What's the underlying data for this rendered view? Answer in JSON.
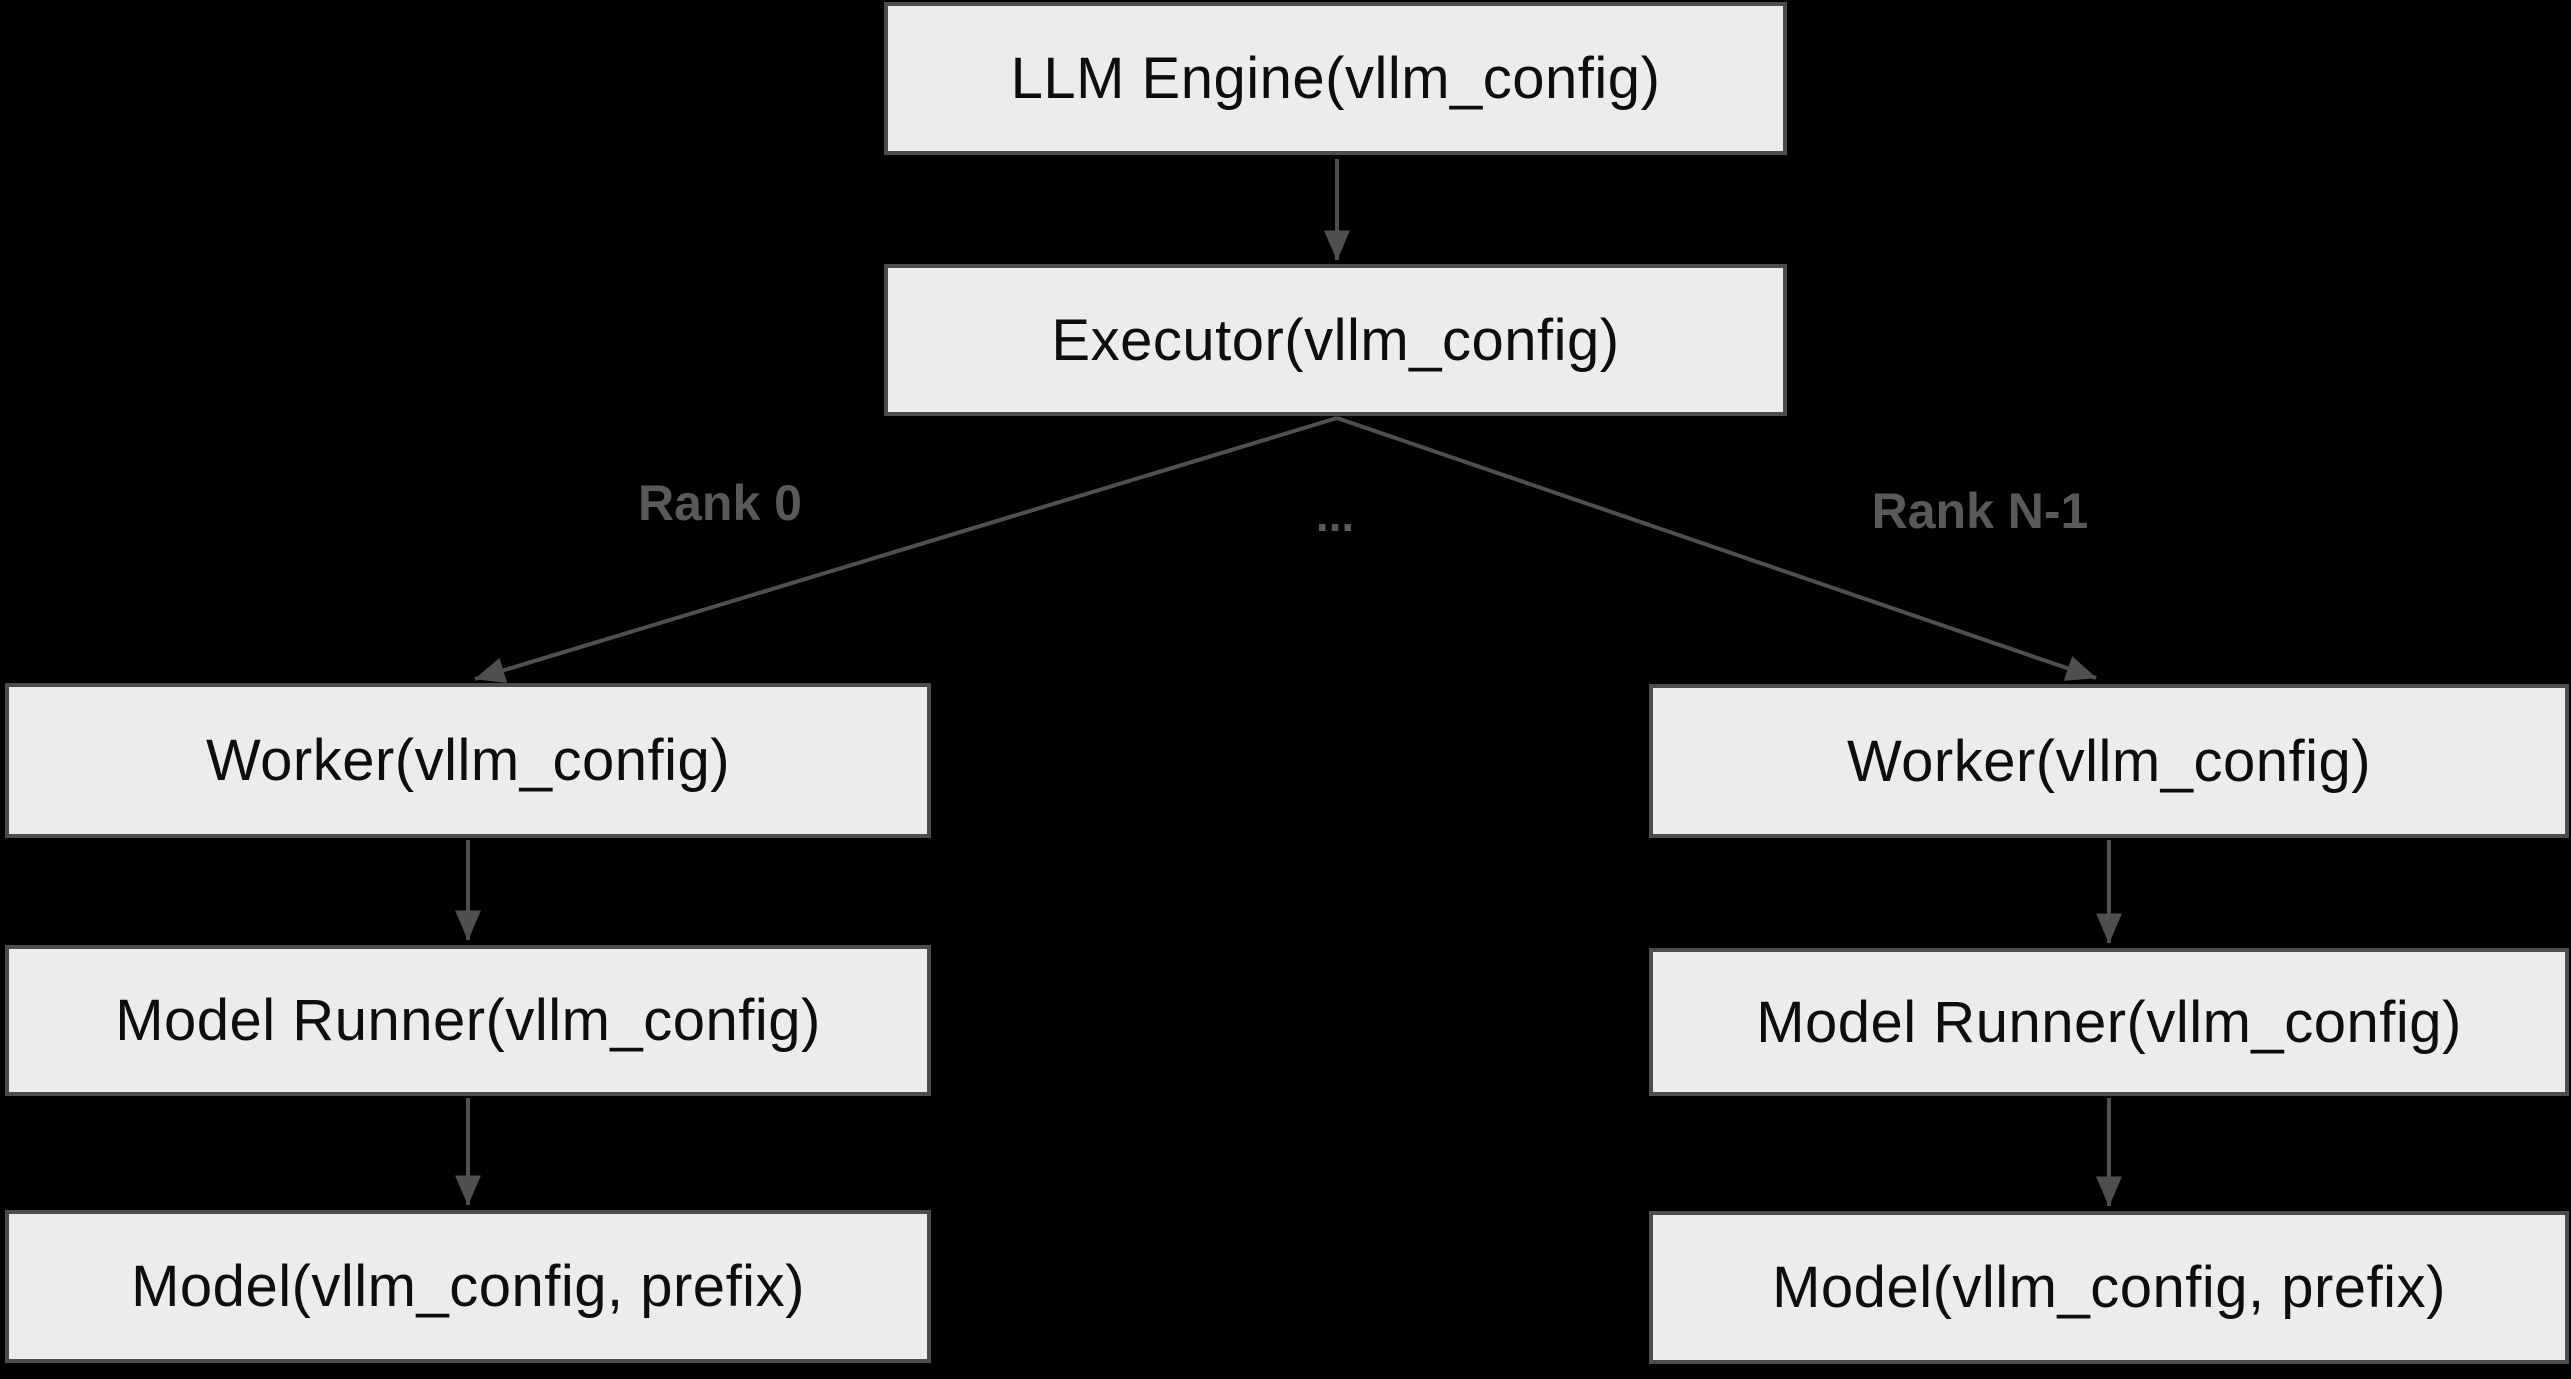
{
  "diagram": {
    "colors": {
      "background": "#000000",
      "node_fill": "#ececec",
      "node_border": "#4d4d4d",
      "node_text": "#0d0d0d",
      "edge": "#4f4f4f",
      "edge_label": "#595959"
    },
    "nodes": {
      "llm_engine": {
        "label": "LLM Engine(vllm_config)"
      },
      "executor": {
        "label": "Executor(vllm_config)"
      },
      "worker_left": {
        "label": "Worker(vllm_config)"
      },
      "model_runner_left": {
        "label": "Model Runner(vllm_config)"
      },
      "model_left": {
        "label": "Model(vllm_config, prefix)"
      },
      "worker_right": {
        "label": "Worker(vllm_config)"
      },
      "model_runner_right": {
        "label": "Model Runner(vllm_config)"
      },
      "model_right": {
        "label": "Model(vllm_config, prefix)"
      }
    },
    "edge_labels": {
      "rank_0": "Rank 0",
      "ellipsis": "...",
      "rank_n": "Rank N-1"
    }
  }
}
